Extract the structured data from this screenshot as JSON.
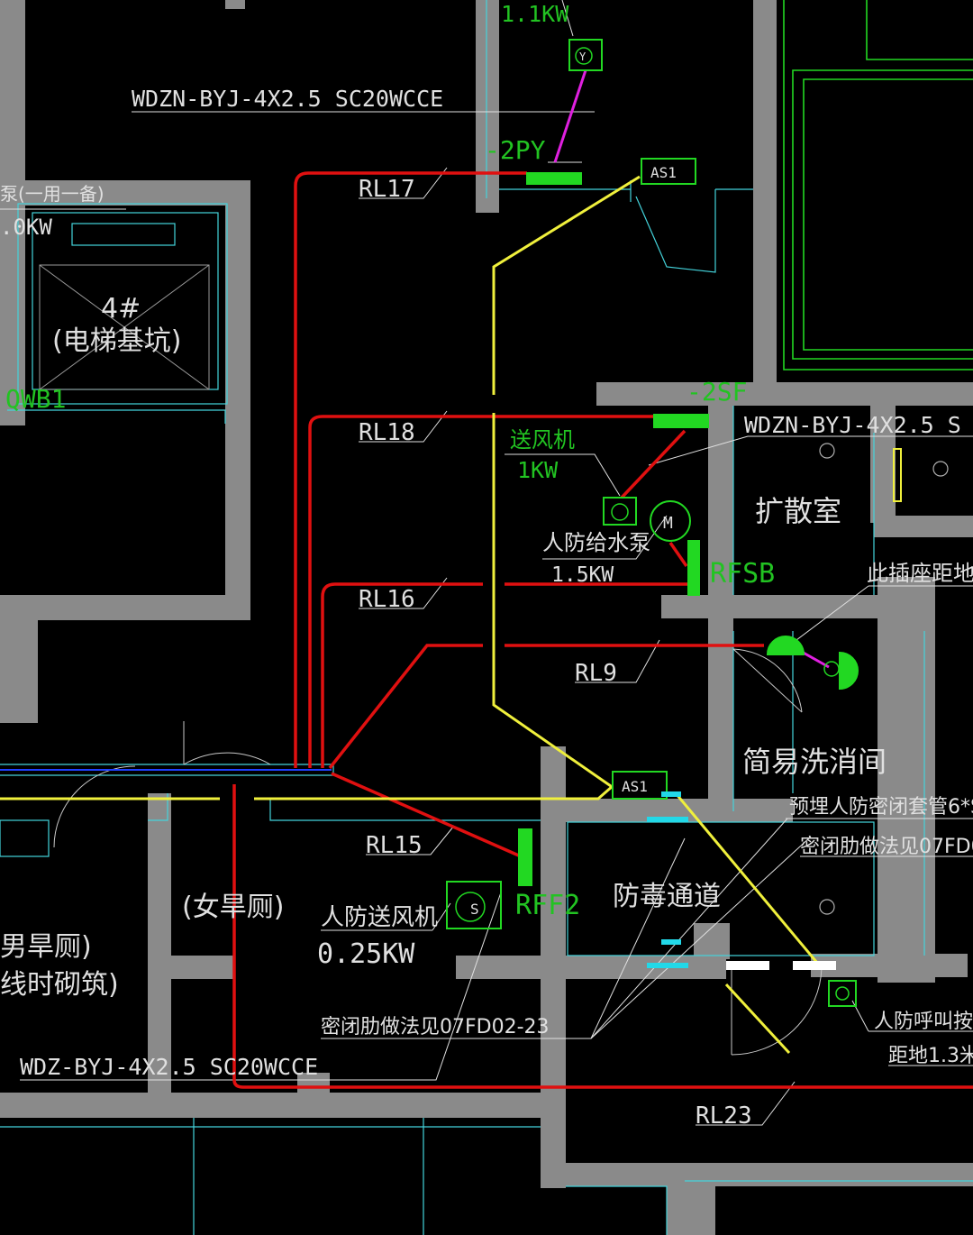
{
  "colors": {
    "background": "#000000",
    "wall": "#8a8a8a",
    "outline": "#44d4dc",
    "circuit": "#e01010",
    "signal": "#f0f03c",
    "device": "#22d822",
    "label": "#e0e0e0",
    "magenta": "#e020e0",
    "cyan": "#22d8e8"
  },
  "circuits": {
    "rl17": "RL17",
    "rl18": "RL18",
    "rl16": "RL16",
    "rl9": "RL9",
    "rl15": "RL15",
    "rl23": "RL23"
  },
  "cables": {
    "top": "WDZN-BYJ-4X2.5  SC20WCCE",
    "right": "WDZN-BYJ-4X2.5  S",
    "bottom": "WDZ-BYJ-4X2.5  SC20WCCE"
  },
  "equipment": {
    "fan_power_top": "1.1KW",
    "code_2py": "-2PY",
    "code_2sf": "-2SF",
    "as1_top": "AS1",
    "as1_bottom": "AS1",
    "supply_fan": "送风机",
    "supply_fan_power": "1KW",
    "water_pump": "人防给水泵",
    "water_pump_power": "1.5KW",
    "rfsb": "RFSB",
    "civil_fan": "人防送风机",
    "civil_fan_power": "0.25KW",
    "rff2": "RFF2",
    "qwb1": "QWB1",
    "pump_note": "泵(一用一备)",
    "pump_power": ".0KW",
    "motor_symbol": "M",
    "fan_symbol_s": "S",
    "fan_symbol_y": "Y"
  },
  "rooms": {
    "elevator_pit": "4#",
    "elevator_pit_name": "(电梯基坑)",
    "diffusion_room": "扩散室",
    "wash_room": "简易洗消间",
    "gas_lock": "防毒通道",
    "female_toilet": "(女旱厕)",
    "male_toilet": "男旱厕)",
    "male_toilet_note": "线时砌筑)"
  },
  "notes": {
    "socket": "此插座距地",
    "sleeve": "预埋人防密闭套管6*S",
    "rib_right": "密闭肋做法见07FD0",
    "rib_bottom": "密闭肋做法见07FD02-23",
    "call_button": "人防呼叫按",
    "call_height": "距地1.3米"
  }
}
